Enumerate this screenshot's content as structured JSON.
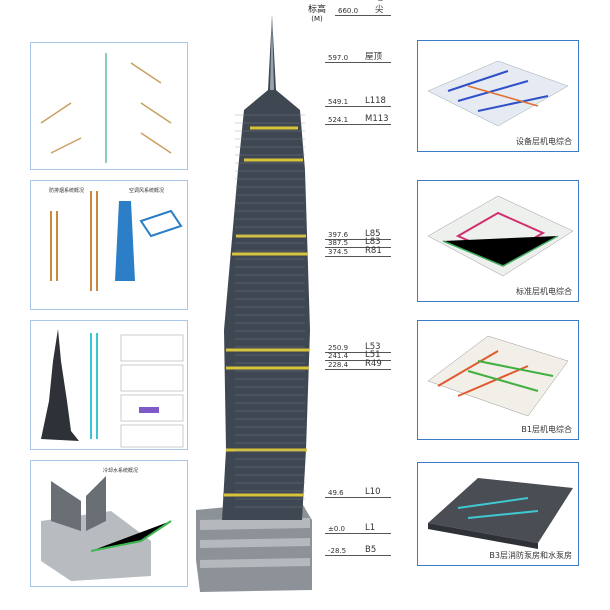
{
  "header": {
    "label": "标高",
    "unit": "(M)"
  },
  "elevations": [
    {
      "value": "660.0",
      "label": "塔尖"
    },
    {
      "value": "597.0",
      "label": "屋顶"
    },
    {
      "value": "549.1",
      "label": "L118"
    },
    {
      "value": "524.1",
      "label": "M113"
    },
    {
      "value": "397.6",
      "label": "L85"
    },
    {
      "value": "387.5",
      "label": "L83"
    },
    {
      "value": "374.5",
      "label": "R81"
    },
    {
      "value": "250.9",
      "label": "L53"
    },
    {
      "value": "241.4",
      "label": "L51"
    },
    {
      "value": "228.4",
      "label": "R49"
    },
    {
      "value": "49.6",
      "label": "L10"
    },
    {
      "value": "±0.0",
      "label": "L1"
    },
    {
      "value": "-28.5",
      "label": "B5"
    }
  ],
  "left_panels": [
    {
      "titles": []
    },
    {
      "titles": [
        "防排烟系统概况",
        "空调风系统概况"
      ]
    },
    {
      "titles": []
    },
    {
      "titles": [
        "冷却水系统概况"
      ]
    }
  ],
  "right_panels": [
    {
      "caption": "设备层机电综合"
    },
    {
      "caption": "标准层机电综合"
    },
    {
      "caption": "B1层机电综合"
    },
    {
      "caption": "B3层消防泵房和水泵房"
    }
  ],
  "colors": {
    "tower": "#3f4852",
    "bands": "#d8c43a",
    "left_border": "#a9c6e6",
    "right_border": "#3c7cc6"
  }
}
